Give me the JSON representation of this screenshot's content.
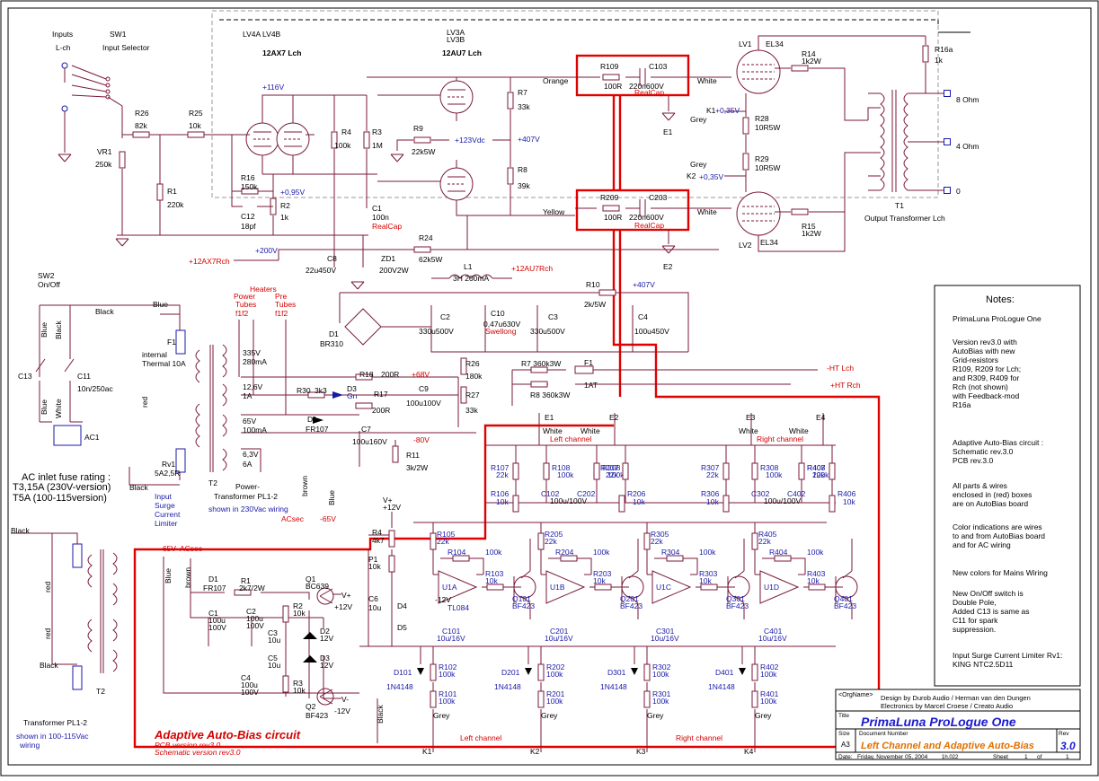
{
  "titles": {
    "inputs": "Inputs",
    "lch": "L-ch",
    "sw1": "SW1",
    "input_selector": "Input Selector",
    "lv4": "LV4A   LV4B",
    "t12ax7": "12AX7 Lch",
    "lv3a": "LV3A",
    "lv3b": "LV3B",
    "t12au7": "12AU7 Lch",
    "lv1": "LV1",
    "el34a": "EL34",
    "lv2": "LV2",
    "el34b": "EL34",
    "t1": "T1",
    "otl": "Output Transformer Lch",
    "adaptive": "Adaptive  Auto-Bias circuit",
    "pcb": "PCB version       rev3.0",
    "schem": "Schematic version rev3.0",
    "left_channel": "Left channel",
    "right_channel": "Right channel"
  },
  "outputs": [
    "8 Ohm",
    "4 Ohm",
    "0"
  ],
  "signals": {
    "orange": "Orange",
    "yellow": "Yellow",
    "white": "White",
    "grey": "Grey",
    "red": "red",
    "blue": "Blue",
    "black": "Black",
    "brown": "brown",
    "v116": "+116V",
    "v123": "+123Vdc",
    "v407": "+407V",
    "v407b": "+407V",
    "v200": "+200V",
    "v095": "+0,95V",
    "v035": "+0,35V",
    "v035b": "+0,35V",
    "v12ax7": "+12AX7Rch",
    "v12au7": "+12AU7Rch",
    "vht_l": "-HT Lch",
    "vht_r": "+HT Rch",
    "v68": "+68V",
    "v80": "-80V",
    "v65": "-65V",
    "v65b": "-65V",
    "acsec": "ACsec",
    "acsec2": "ACsec",
    "v12": "+12V",
    "vminus12": "-12V",
    "vplus": "V+",
    "vminus": "V-"
  },
  "components": {
    "r109": "R109",
    "r109v": "100R",
    "c103": "C103",
    "c103v": "220n600V",
    "realcap1": "RealCap",
    "r209": "R209",
    "r209v": "100R",
    "c203": "C203",
    "c203v": "220n600V",
    "realcap2": "RealCap",
    "r26": "R26",
    "r26v": "82k",
    "r25": "R25",
    "r25v": "10k",
    "vr1": "VR1",
    "vr1v": "250k",
    "r1": "R1",
    "r1v": "220k",
    "r4": "R4",
    "r4v": "100k",
    "r3": "R3",
    "r3v": "1M",
    "r16": "R16",
    "r16v": "150k",
    "r2": "R2",
    "r2v": "1k",
    "c12": "C12",
    "c12v": "18pf",
    "c1": "C1",
    "c1v": "100n",
    "realcap3": "RealCap",
    "r7": "R7",
    "r7v": "33k",
    "r8": "R8",
    "r8v": "39k",
    "r9": "R9",
    "r9v": "22k5W",
    "r14": "R14",
    "r14v": "1k2W",
    "r15": "R15",
    "r15v": "1k2W",
    "r28": "R28",
    "r28v": "10R5W",
    "r29": "R29",
    "r29v": "10R5W",
    "r16a": "R16a",
    "r16av": "1k",
    "c8": "C8",
    "c8v": "22u450V",
    "zd1": "ZD1",
    "zd1v": "200V2W",
    "r24": "R24",
    "r24v": "62k5W",
    "l1": "L1",
    "l1v": "3H 200mA",
    "d1": "D1",
    "d1v": "BR310",
    "c2": "C2",
    "c2v": "330u500V",
    "c10": "C10",
    "c10v": "0,47u630V",
    "swellong": "Swellong",
    "c3": "C3",
    "c3v": "330u500V",
    "r10": "R10",
    "r10v": "2k/5W",
    "c4": "C4",
    "c4v": "100u450V",
    "r18": "R18",
    "r18v": "200R",
    "r26b": "R26",
    "r26bv": "180k",
    "r27": "R27",
    "r27v": "33k",
    "r30": "R30",
    "r30v": "3k3",
    "d3": "D3",
    "d3v": "Gn",
    "r17": "R17",
    "r17v": "200R",
    "c9": "C9",
    "c9v": "100u100V",
    "d1b": "D1",
    "d1bv": "FR107",
    "c7": "C7",
    "c7v": "100u160V",
    "r11": "R11",
    "r11v": "3k/2W",
    "f1": "F1",
    "f1v": "1AT",
    "rr7": "R7 360k3W",
    "rr8": "R8  360k3W",
    "sec1a": "335V",
    "sec1b": "280mA",
    "sec2a": "12,6V",
    "sec2b": "1A",
    "sec3a": "65V",
    "sec3b": "100mA",
    "sec4a": "6,3V",
    "sec4b": "6A",
    "heaters": "Heaters",
    "power": "Power",
    "tubes1": "Tubes",
    "pre": "Pre",
    "tubes2": "Tubes",
    "f1f2a": "f1f2",
    "f1f2b": "f1f2",
    "t2label": "T2",
    "ptrans": "Power-",
    "ptrans2": "Transformer PL1-2",
    "shown230": "shown in 230Vac wiring",
    "sw2": "SW2",
    "onoff": "On/Off",
    "c13": "C13",
    "c11": "C11",
    "c11v": "10n/250ac",
    "f1b": "F1",
    "f1bv1": "internal",
    "f1bv2": "Thermal 10A",
    "rv1": "Rv1",
    "rv1v": "5A2,5R",
    "ac1": "AC1",
    "input_surge": "Input",
    "surge": "Surge",
    "current": "Current",
    "limiter": "Limiter",
    "fuse_title": "AC inlet fuse rating :",
    "fuse1": "T3,15A (230V-version)",
    "fuse2": "T5A (100-115version)",
    "tpl": "Transformer PL1-2",
    "tpl2": "shown in 100-115Vac",
    "tpl3": "wiring"
  },
  "bias": {
    "r107": "R107",
    "r107v": "22k",
    "r108": "R108",
    "r108v": "100k",
    "r208": "R208",
    "r208v": "100k",
    "r207": "R207",
    "r207v": "22k",
    "r307": "R307",
    "r307v": "22k",
    "r308": "R308",
    "r308v": "100k",
    "r408": "R408",
    "r408v": "100k",
    "r407": "R407",
    "r407v": "22k",
    "r106": "R106",
    "r106v": "10k",
    "c102": "C102",
    "c102v": "100u/100V",
    "c202": "C202",
    "r206": "R206",
    "r206v": "10k",
    "r306": "R306",
    "r306v": "10k",
    "c302": "C302",
    "c302v": "100u/100V",
    "c402": "C402",
    "r406": "R406",
    "r406v": "10k",
    "r4": "R4",
    "r4v": "4k7",
    "p1": "P1",
    "p1v": "10k",
    "c6": "C6",
    "c6v": "10u",
    "d4": "D4",
    "d5": "D5",
    "r105": "R105",
    "r105v": "22k",
    "r104": "R104",
    "r104v": "100k",
    "r103": "R103",
    "r103v": "10k",
    "u1a": "U1A",
    "tl084": "TL084",
    "q101": "Q101",
    "q101v": "BF423",
    "c101": "C101",
    "c101v": "10u/16V",
    "r205": "R205",
    "r205v": "22k",
    "r204": "R204",
    "r204v": "100k",
    "r203": "R203",
    "r203v": "10k",
    "u1b": "U1B",
    "q201": "Q201",
    "q201v": "BF423",
    "c201": "C201",
    "c201v": "10u/16V",
    "r305": "R305",
    "r305v": "22k",
    "r304": "R304",
    "r304v": "100k",
    "r303": "R303",
    "r303v": "10k",
    "u1c": "U1C",
    "q301": "Q301",
    "q301v": "BF423",
    "c301": "C301",
    "c301v": "10u/16V",
    "r405": "R405",
    "r405v": "22k",
    "r404": "R404",
    "r404v": "100k",
    "r403": "R403",
    "r403v": "10k",
    "u1d": "U1D",
    "q401": "Q401",
    "q401v": "BF423",
    "c401": "C401",
    "c401v": "10u/16V",
    "d101": "D101",
    "d201": "D201",
    "d301": "D301",
    "d401": "D401",
    "dv": "1N4148",
    "r102": "R102",
    "r102v": "100k",
    "r101": "R101",
    "r101v": "100k",
    "r202": "R202",
    "r202v": "100k",
    "r201": "R201",
    "r201v": "100k",
    "r302": "R302",
    "r302v": "100k",
    "r301": "R301",
    "r301v": "100k",
    "r402": "R402",
    "r402v": "100k",
    "r401": "R401",
    "r401v": "100k",
    "d1": "D1",
    "d1v": "FR107",
    "r1": "R1",
    "r1v": "2k7/2W",
    "q1": "Q1",
    "q1v": "BC639",
    "r2": "R2",
    "r2v": "10k",
    "c1": "C1",
    "c1v": "100u",
    "c1v2": "100V",
    "c2": "C2",
    "c2v": "100u",
    "c2v2": "100V",
    "c3": "C3",
    "c3v": "10u",
    "c4": "C4",
    "c4v": "100u",
    "c4v2": "100V",
    "c5": "C5",
    "c5v": "10u",
    "d2": "D2",
    "d2v": "12V",
    "d3": "D3",
    "d3v": "12V",
    "r3": "R3",
    "r3v": "10k",
    "q2": "Q2",
    "q2v": "BF423",
    "k1": "K1",
    "k2": "K2",
    "k3": "K3",
    "k4": "K4",
    "e1": "E1",
    "e2": "E2",
    "e3": "E3",
    "e4": "E4"
  },
  "notes": {
    "title": "Notes:",
    "product": "PrimaLuna ProLogue One",
    "lines1": [
      "Version rev3.0 with",
      "AutoBias with new",
      "Grid-resistors",
      "R109, R209 for Lch;",
      "and R309, R409 for",
      "Rch (not shown)",
      "with Feedback-mod",
      "R16a"
    ],
    "lines2": [
      "Adaptive  Auto-Bias circuit :",
      "Schematic rev.3.0",
      "PCB rev.3.0"
    ],
    "lines3": [
      "All parts & wires",
      "enclosed in (red) boxes",
      "are on AutoBias board"
    ],
    "lines4": [
      "Color indications are wires",
      "to and from AutoBias board",
      "and for AC wiring"
    ],
    "lines5": [
      "New colors for Mains Wiring"
    ],
    "lines6": [
      "New On/Off switch is",
      "Double Pole,",
      "Added C13 is same as",
      "C11 for spark",
      "suppression."
    ],
    "lines7": [
      "Input Surge Current Limiter Rv1:",
      "KING NTC2.5D11"
    ]
  },
  "title_block": {
    "org": "<OrgName>",
    "design1": "Design by Durob Audio / Herman van den Dungen",
    "design2": "Electronics by Marcel Croese / Creato Audio",
    "title_lbl": "Title",
    "title": "PrimaLuna ProLogue One",
    "size_lbl": "Size",
    "size": "A3",
    "docnum_lbl": "Document Number",
    "docnum": "Left Channel and Adaptive Auto-Bias",
    "rev_lbl": "Rev",
    "rev": "3.0",
    "date_lbl": "Date:",
    "date": "Friday, November 05, 2004",
    "sheet_lbl": "Sheet",
    "sheet": "1",
    "of": "of",
    "sheets": "1",
    "nodes": "1h.022"
  },
  "colors": {
    "wire": "#7a1a3a",
    "label_blue": "#1a1aa8",
    "label_red": "#d40000",
    "box_red": "#e00000",
    "title_blue": "#1a1ad0",
    "title_orange": "#e07000"
  }
}
